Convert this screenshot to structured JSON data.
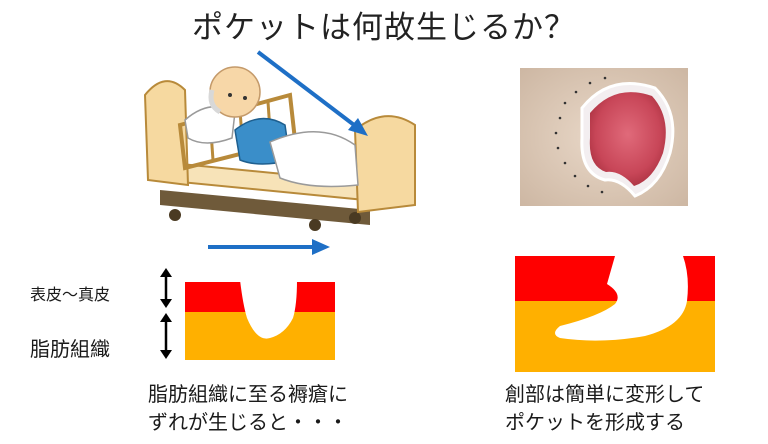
{
  "title": "ポケットは何故生じるか？",
  "labels": {
    "epidermis_dermis": "表皮～真皮",
    "fat_tissue": "脂肪組織"
  },
  "captions": {
    "left_line1": "脂肪組織に至る褥瘡に",
    "left_line2": "ずれが生じると・・・",
    "right_line1": "創部は簡単に変形して",
    "right_line2": "ポケットを形成する"
  },
  "colors": {
    "skin_red": "#ff0000",
    "fat_orange": "#ffb000",
    "arrow_blue": "#1e6fc6",
    "bed_frame": "#f6d9a0",
    "bed_outline": "#b88a3a"
  }
}
